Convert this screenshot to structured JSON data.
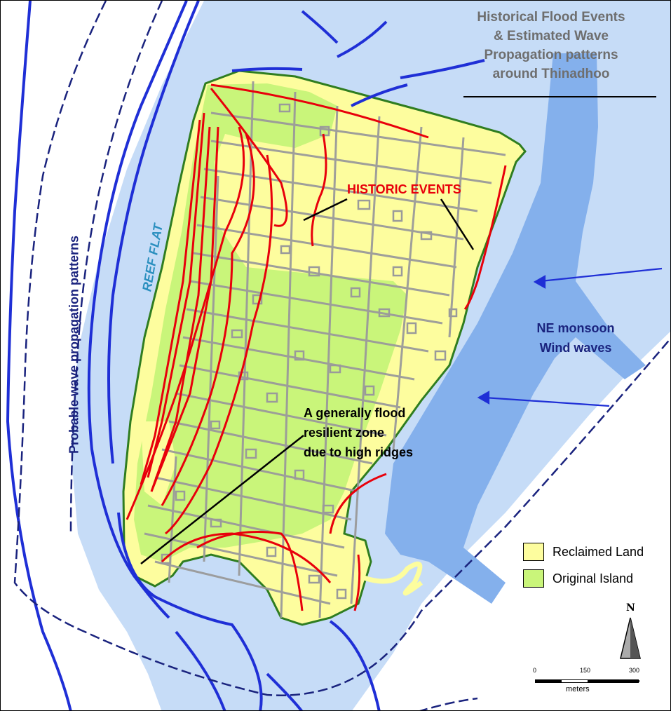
{
  "map": {
    "title_lines": [
      "Historical Flood Events",
      "& Estimated Wave",
      "Propagation patterns",
      "around Thinadhoo"
    ],
    "labels": {
      "historic_events": "HISTORIC EVENTS",
      "monsoon": "NE monsoon\nWind waves",
      "resilient_zone": "A generally flood\nresilient zone\ndue to high ridges",
      "reef_flat": "REEF FLAT",
      "wave_patterns": "Probable wave propagation patterns"
    },
    "legend": [
      {
        "label": "Reclaimed Land",
        "color": "#fdfd9e"
      },
      {
        "label": "Original Island",
        "color": "#c9f57a"
      }
    ],
    "north_arrow": "N",
    "scale": {
      "ticks": [
        "0",
        "150",
        "300"
      ],
      "unit": "meters"
    },
    "colors": {
      "reef": "#c6dcf7",
      "lagoon_deep": "#84b0ec",
      "reclaimed": "#fdfd9e",
      "original": "#c9f57a",
      "roads": "#9a9a9a",
      "historic_lines": "#e8000b",
      "wave_lines": "#1f2fd6",
      "reef_edge": "#1a237e"
    }
  }
}
